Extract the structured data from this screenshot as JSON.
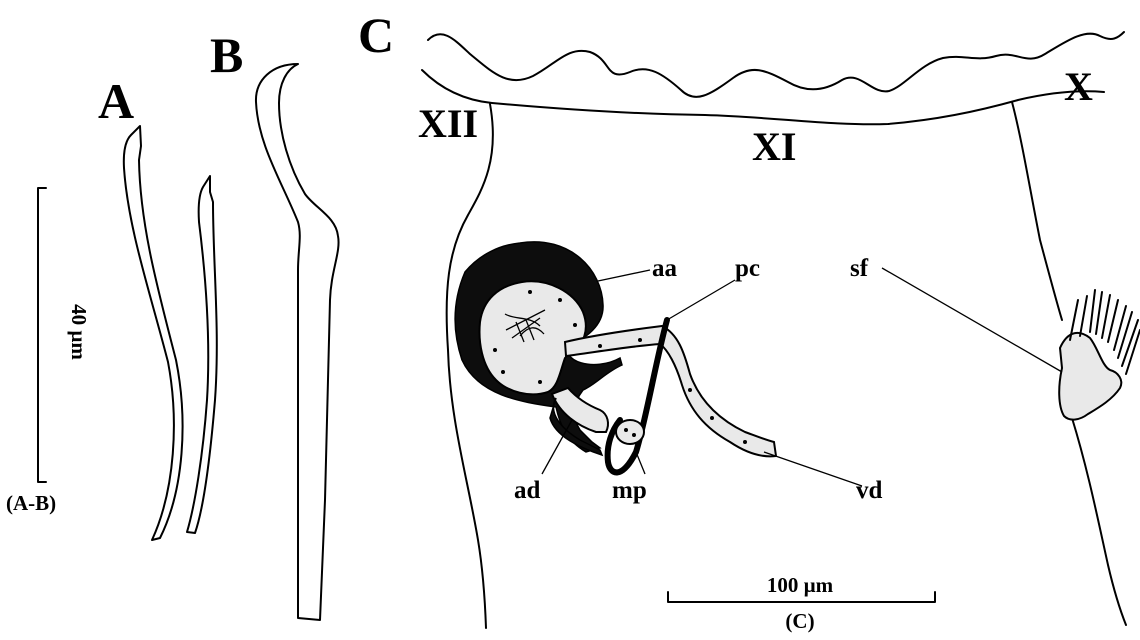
{
  "panels": {
    "a": "A",
    "b": "B",
    "c": "C"
  },
  "segments": {
    "xii": "XII",
    "xi": "XI",
    "x": "X"
  },
  "parts": {
    "aa": "aa",
    "pc": "pc",
    "sf": "sf",
    "ad": "ad",
    "mp": "mp",
    "vd": "vd"
  },
  "scale_ab": {
    "value": "40 µm",
    "tag": "(A-B)"
  },
  "scale_c": {
    "value": "100 µm",
    "tag": "(C)"
  }
}
